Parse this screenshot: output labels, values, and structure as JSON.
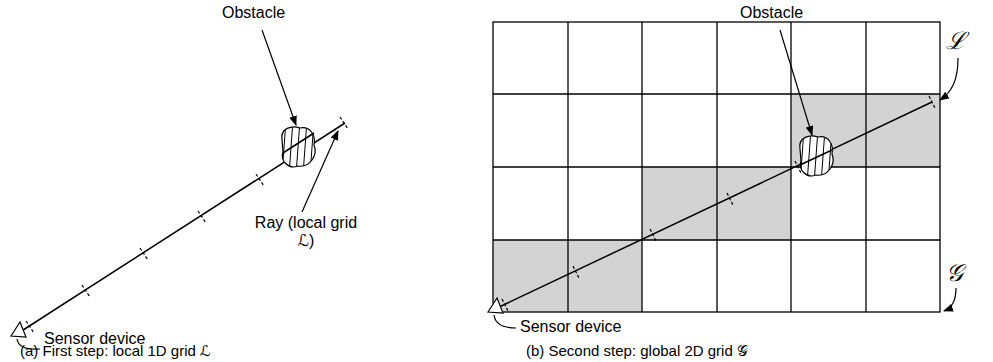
{
  "diagram": {
    "labels": [
      "Obstacle",
      "Ray (local grid ℒ)",
      "Sensor device",
      "(a) First step: local 1D grid ℒ",
      "Obstacle",
      "ℒ",
      "Sensor device",
      "𝒢",
      "(b) Second step: global 2D grid 𝒢"
    ]
  }
}
